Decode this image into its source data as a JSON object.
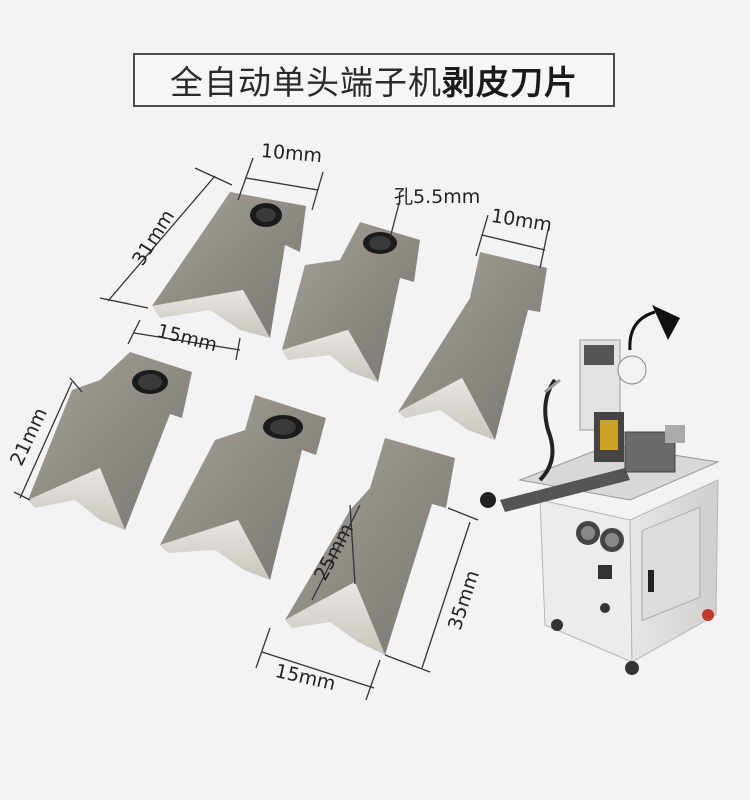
{
  "title": {
    "normal": "全自动单头端子机",
    "bold": "剥皮刀片"
  },
  "labels": {
    "d1": "10mm",
    "d2": "31mm",
    "d3": "15mm",
    "d4": "孔5.5mm",
    "d5": "10mm",
    "d6": "21mm",
    "d7": "25mm",
    "d8": "35mm",
    "d9": "15mm"
  }
}
